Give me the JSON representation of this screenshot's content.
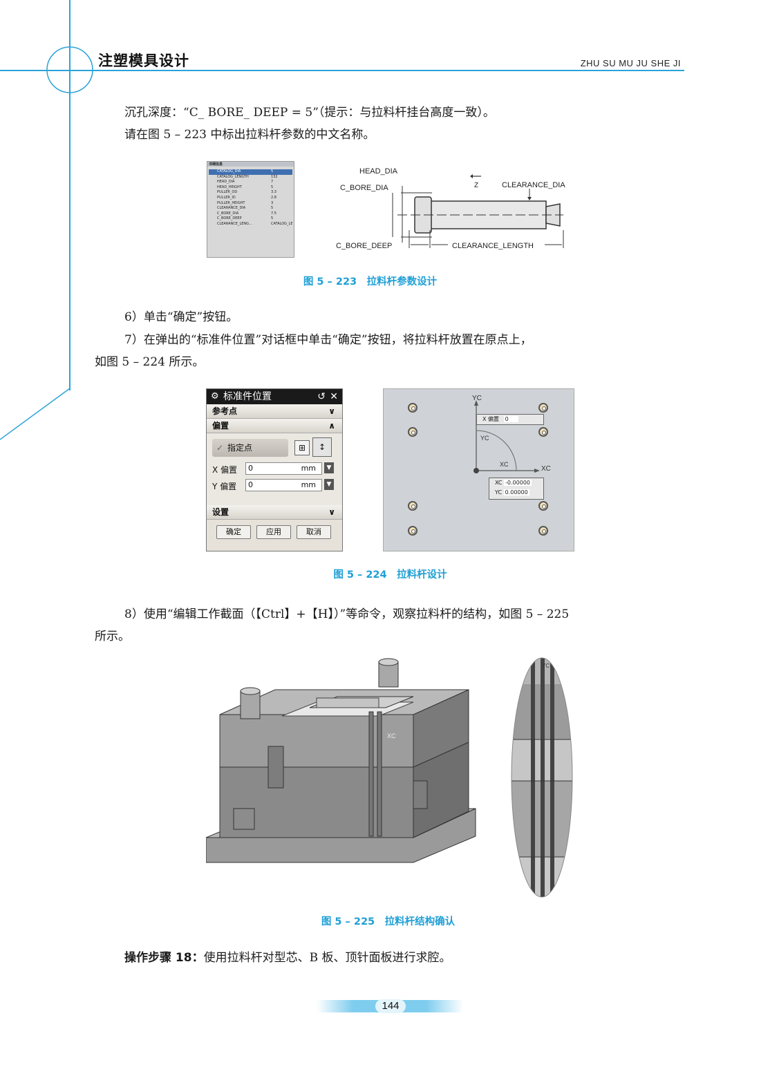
{
  "header": {
    "title": "注塑模具设计",
    "pinyin": "ZHU SU MU JU SHE JI"
  },
  "paragraphs": {
    "p1": "沉孔深度：“C_ BORE_ DEEP = 5”（提示：与拉料杆挂台高度一致）。",
    "p2": "请在图 5 – 223 中标出拉料杆参数的中文名称。",
    "p3": "6）单击“确定”按钮。",
    "p4": "7）在弹出的“标准件位置”对话框中单击“确定”按钮，将拉料杆放置在原点上，",
    "p4b": "如图 5 – 224 所示。",
    "p5": "8）使用“编辑工作截面（【Ctrl】+【H】）”等命令，观察拉料杆的结构，如图 5 – 225",
    "p5b": "所示。",
    "step_label": "操作步骤 18：",
    "step_text": "使用拉料杆对型芯、B 板、顶针面板进行求腔。"
  },
  "figures": {
    "f223": {
      "caption": "图 5 – 223　拉料杆参数设计",
      "panel_header": "详细信息",
      "param_rows": [
        [
          "CATALOG_DIA",
          "5"
        ],
        [
          "CATALOG_LENGTH",
          "132"
        ],
        [
          "HEAD_DIA",
          "7"
        ],
        [
          "HEAD_HEIGHT",
          "5"
        ],
        [
          "PULLER_OD",
          "3.3"
        ],
        [
          "PULLER_ID",
          "2.8"
        ],
        [
          "PULLER_HEIGHT",
          "3"
        ],
        [
          "CLEARANCE_DIA",
          "5"
        ],
        [
          "C_BORE_DIA",
          "7.5"
        ],
        [
          "C_BORE_DEEP",
          "5"
        ],
        [
          "CLEARANCE_LENG...",
          "CATALOG_LEN"
        ]
      ],
      "labels": {
        "head_dia": "HEAD_DIA",
        "c_bore_dia": "C_BORE_DIA",
        "z": "Z",
        "clearance_dia": "CLEARANCE_DIA",
        "c_bore_deep": "C_BORE_DEEP",
        "clearance_length": "CLEARANCE_LENGTH"
      }
    },
    "f224": {
      "caption": "图 5 – 224　拉料杆设计",
      "dialog": {
        "title": "标准件位置",
        "sec_ref": "参考点",
        "sec_offset": "偏置",
        "specify_point": "指定点",
        "x_label": "X 偏置",
        "x_value": "0",
        "y_label": "Y 偏置",
        "y_value": "0",
        "unit": "mm",
        "sec_settings": "设置",
        "ok": "确定",
        "apply": "应用",
        "cancel": "取消"
      },
      "cad": {
        "yc": "YC",
        "xc": "XC",
        "x_offset_label": "X 偏置",
        "x_offset_value": "0",
        "xc_value": "-0.00000",
        "yc_value": "0.00000"
      }
    },
    "f225": {
      "caption": "图 5 – 225　拉料杆结构确认",
      "xc_tag": "XC",
      "yc_tag": "YC"
    }
  },
  "page_number": "144",
  "colors": {
    "accent": "#2aa3d8",
    "caption": "#1e9fd6"
  }
}
